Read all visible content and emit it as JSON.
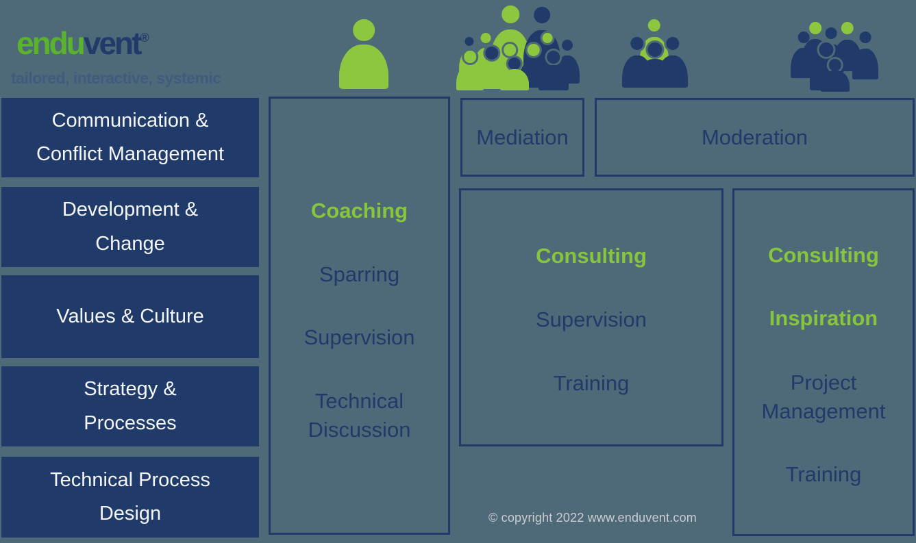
{
  "brand": {
    "logo_text_green": "endu",
    "logo_text_navy": "vent",
    "registered_mark": "®",
    "tagline": "tailored, interactive, systemic"
  },
  "colors": {
    "background": "#4e6a79",
    "navy": "#203a69",
    "green": "#87c53f",
    "logo_green": "#5ab32d",
    "white_text": "#f4f6f8",
    "copyright_gray": "#c9ccd2",
    "tagline_blue": "#3f5b7d"
  },
  "header_icons": [
    {
      "name": "single-person-icon"
    },
    {
      "name": "large-mixed-crowd-icon"
    },
    {
      "name": "small-group-icon"
    },
    {
      "name": "team-group-icon"
    }
  ],
  "categories": [
    {
      "label": "Communication &\nConflict Management"
    },
    {
      "label": "Development &\nChange"
    },
    {
      "label": "Values & Culture"
    },
    {
      "label": "Strategy &\nProcesses"
    },
    {
      "label": "Technical Process\nDesign"
    }
  ],
  "service_boxes": {
    "individual": {
      "items": [
        {
          "label": "Coaching",
          "highlight": true
        },
        {
          "label": "Sparring",
          "highlight": false
        },
        {
          "label": "Supervision",
          "highlight": false
        },
        {
          "label": "Technical\nDiscussion",
          "highlight": false
        }
      ]
    },
    "mediation": {
      "label": "Mediation"
    },
    "moderation": {
      "label": "Moderation"
    },
    "group": {
      "items": [
        {
          "label": "Consulting",
          "highlight": true
        },
        {
          "label": "Supervision",
          "highlight": false
        },
        {
          "label": "Training",
          "highlight": false
        }
      ]
    },
    "organization": {
      "items": [
        {
          "label": "Consulting",
          "highlight": true
        },
        {
          "label": "Inspiration",
          "highlight": true
        },
        {
          "label": "Project\nManagement",
          "highlight": false
        },
        {
          "label": "Training",
          "highlight": false
        }
      ]
    }
  },
  "footer": {
    "copyright": "© copyright 2022 www.enduvent.com"
  }
}
